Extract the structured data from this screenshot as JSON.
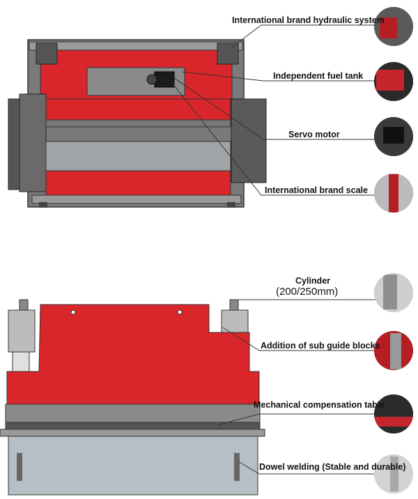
{
  "top_callouts": [
    {
      "label": "International brand hydraulic system"
    },
    {
      "label": "Independent fuel tank"
    },
    {
      "label": "Servo motor"
    },
    {
      "label": "International brand scale"
    }
  ],
  "bottom_callouts": [
    {
      "label": "Cylinder",
      "sub": "(200/250mm)"
    },
    {
      "label": "Addition of sub guide blocks"
    },
    {
      "label": "Mechanical compensation table"
    },
    {
      "label": "Dowel welding (Stable and durable)"
    }
  ],
  "colors": {
    "machine_red": "#d9262b",
    "frame_gray": "#6e6e6e",
    "steel_light": "#c9c9c9",
    "dark": "#333333"
  }
}
